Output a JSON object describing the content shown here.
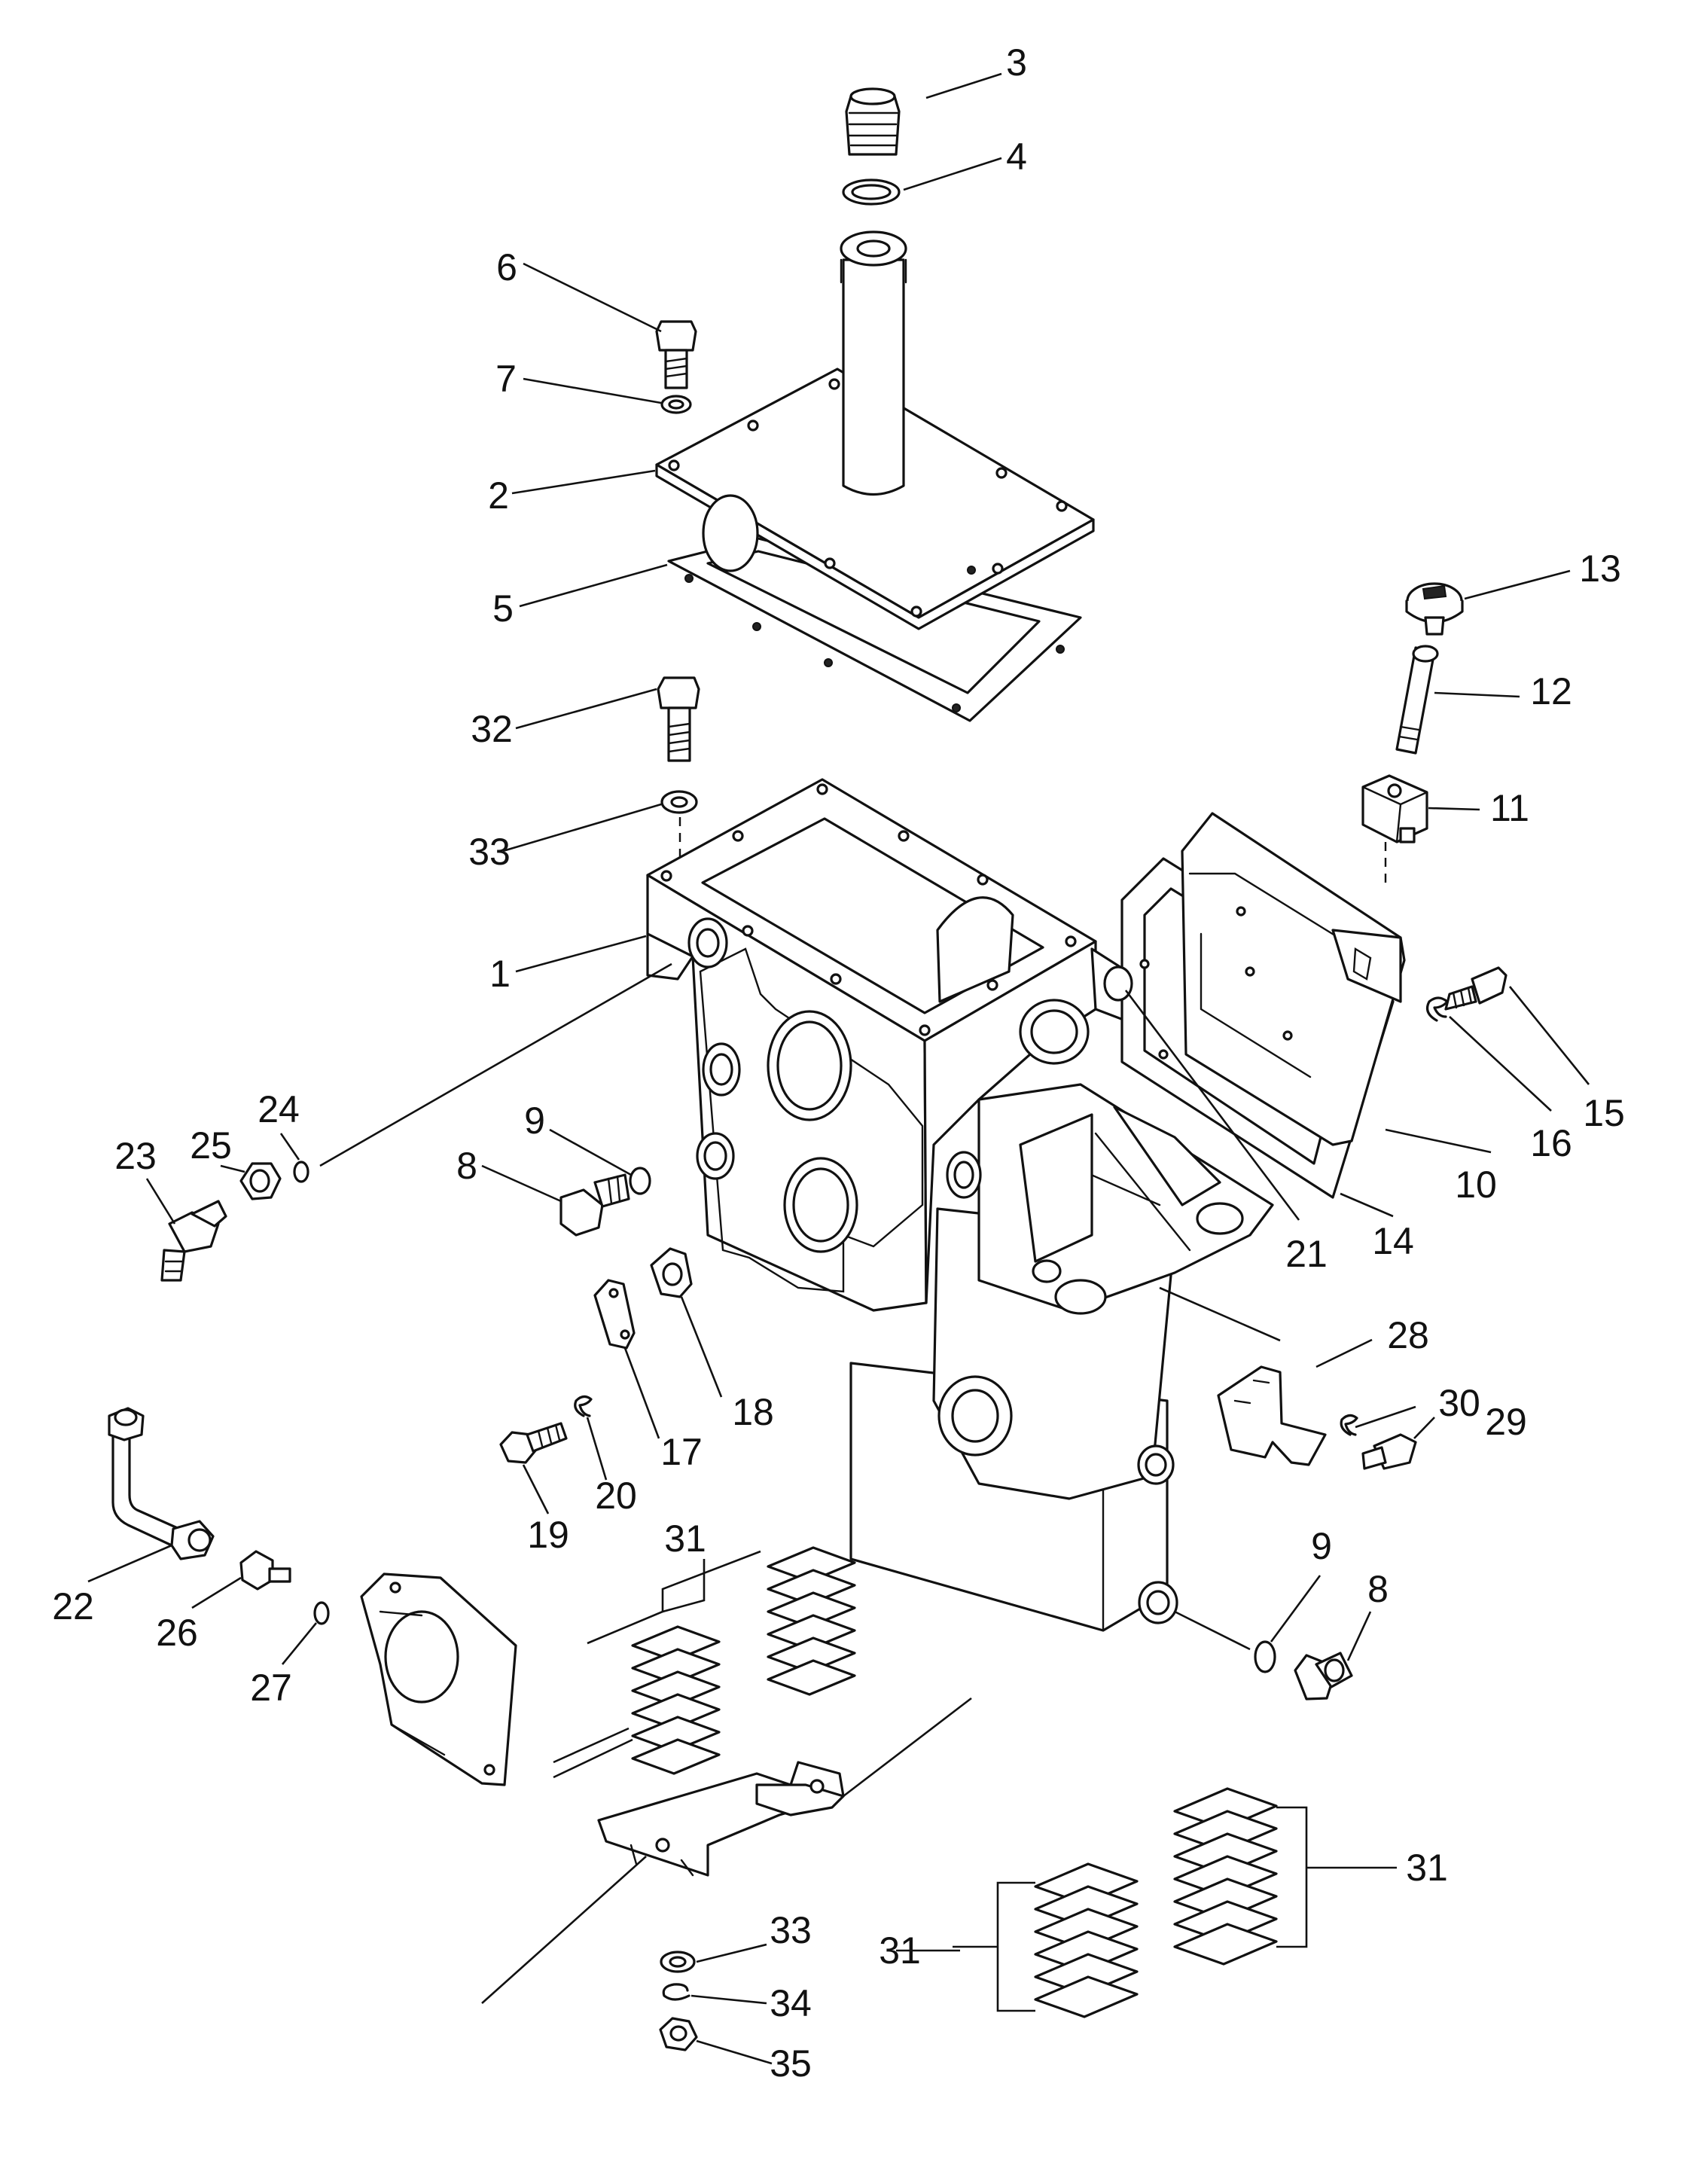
{
  "callouts": [
    {
      "key": "c3",
      "text": "3"
    },
    {
      "key": "c4",
      "text": "4"
    },
    {
      "key": "c6",
      "text": "6"
    },
    {
      "key": "c7",
      "text": "7"
    },
    {
      "key": "c2",
      "text": "2"
    },
    {
      "key": "c5",
      "text": "5"
    },
    {
      "key": "c32",
      "text": "32"
    },
    {
      "key": "c33a",
      "text": "33"
    },
    {
      "key": "c1",
      "text": "1"
    },
    {
      "key": "c13",
      "text": "13"
    },
    {
      "key": "c12",
      "text": "12"
    },
    {
      "key": "c11",
      "text": "11"
    },
    {
      "key": "c15",
      "text": "15"
    },
    {
      "key": "c16",
      "text": "16"
    },
    {
      "key": "c10",
      "text": "10"
    },
    {
      "key": "c14",
      "text": "14"
    },
    {
      "key": "c21",
      "text": "21"
    },
    {
      "key": "c24",
      "text": "24"
    },
    {
      "key": "c25",
      "text": "25"
    },
    {
      "key": "c23",
      "text": "23"
    },
    {
      "key": "c9a",
      "text": "9"
    },
    {
      "key": "c8a",
      "text": "8"
    },
    {
      "key": "c18",
      "text": "18"
    },
    {
      "key": "c17",
      "text": "17"
    },
    {
      "key": "c20",
      "text": "20"
    },
    {
      "key": "c19",
      "text": "19"
    },
    {
      "key": "c28",
      "text": "28"
    },
    {
      "key": "c30",
      "text": "30"
    },
    {
      "key": "c29",
      "text": "29"
    },
    {
      "key": "c22",
      "text": "22"
    },
    {
      "key": "c26",
      "text": "26"
    },
    {
      "key": "c27",
      "text": "27"
    },
    {
      "key": "c31a",
      "text": "31"
    },
    {
      "key": "c9b",
      "text": "9"
    },
    {
      "key": "c8b",
      "text": "8"
    },
    {
      "key": "c31b",
      "text": "31"
    },
    {
      "key": "c31c",
      "text": "31"
    },
    {
      "key": "c33b",
      "text": "33"
    },
    {
      "key": "c34",
      "text": "34"
    },
    {
      "key": "c35",
      "text": "35"
    }
  ],
  "colors": {
    "line": "#111111",
    "background": "#ffffff"
  }
}
